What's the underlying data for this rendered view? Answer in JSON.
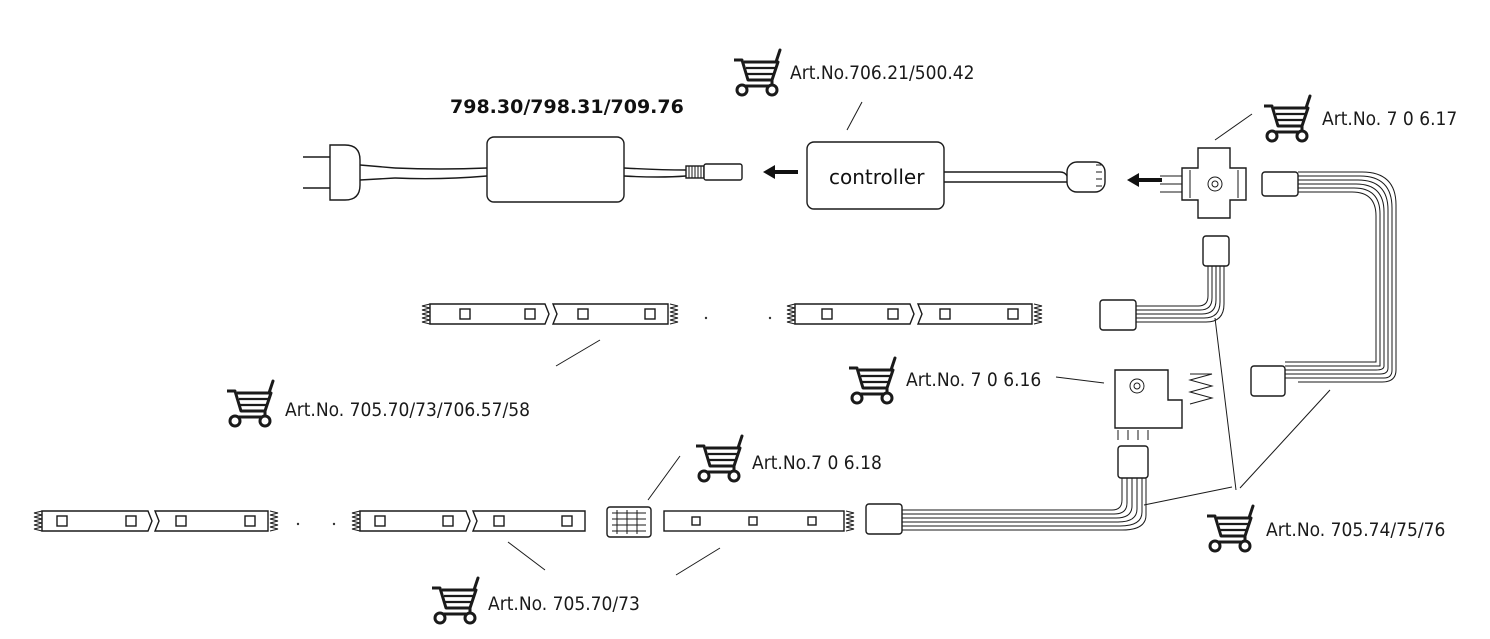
{
  "labels": {
    "power_supply": "798.30/798.31/709.76",
    "controller": "controller",
    "art_controller": "Art.No.706.21/500.42",
    "art_cross": "Art.No. 7 0 6.17",
    "art_corner": "Art.No. 7 0 6.16",
    "art_strip_top": "Art.No.  705.70/73/706.57/58",
    "art_connector": "Art.No.7 0 6.18",
    "art_strip_bottom": "Art.No.  705.70/73",
    "art_cables": "Art.No.  705.74/75/76"
  },
  "icons": [
    "shopping-cart-icon",
    "power-plug-icon",
    "arrow-left-icon"
  ],
  "colors": {
    "line": "#1a1a1a",
    "background": "#ffffff"
  }
}
